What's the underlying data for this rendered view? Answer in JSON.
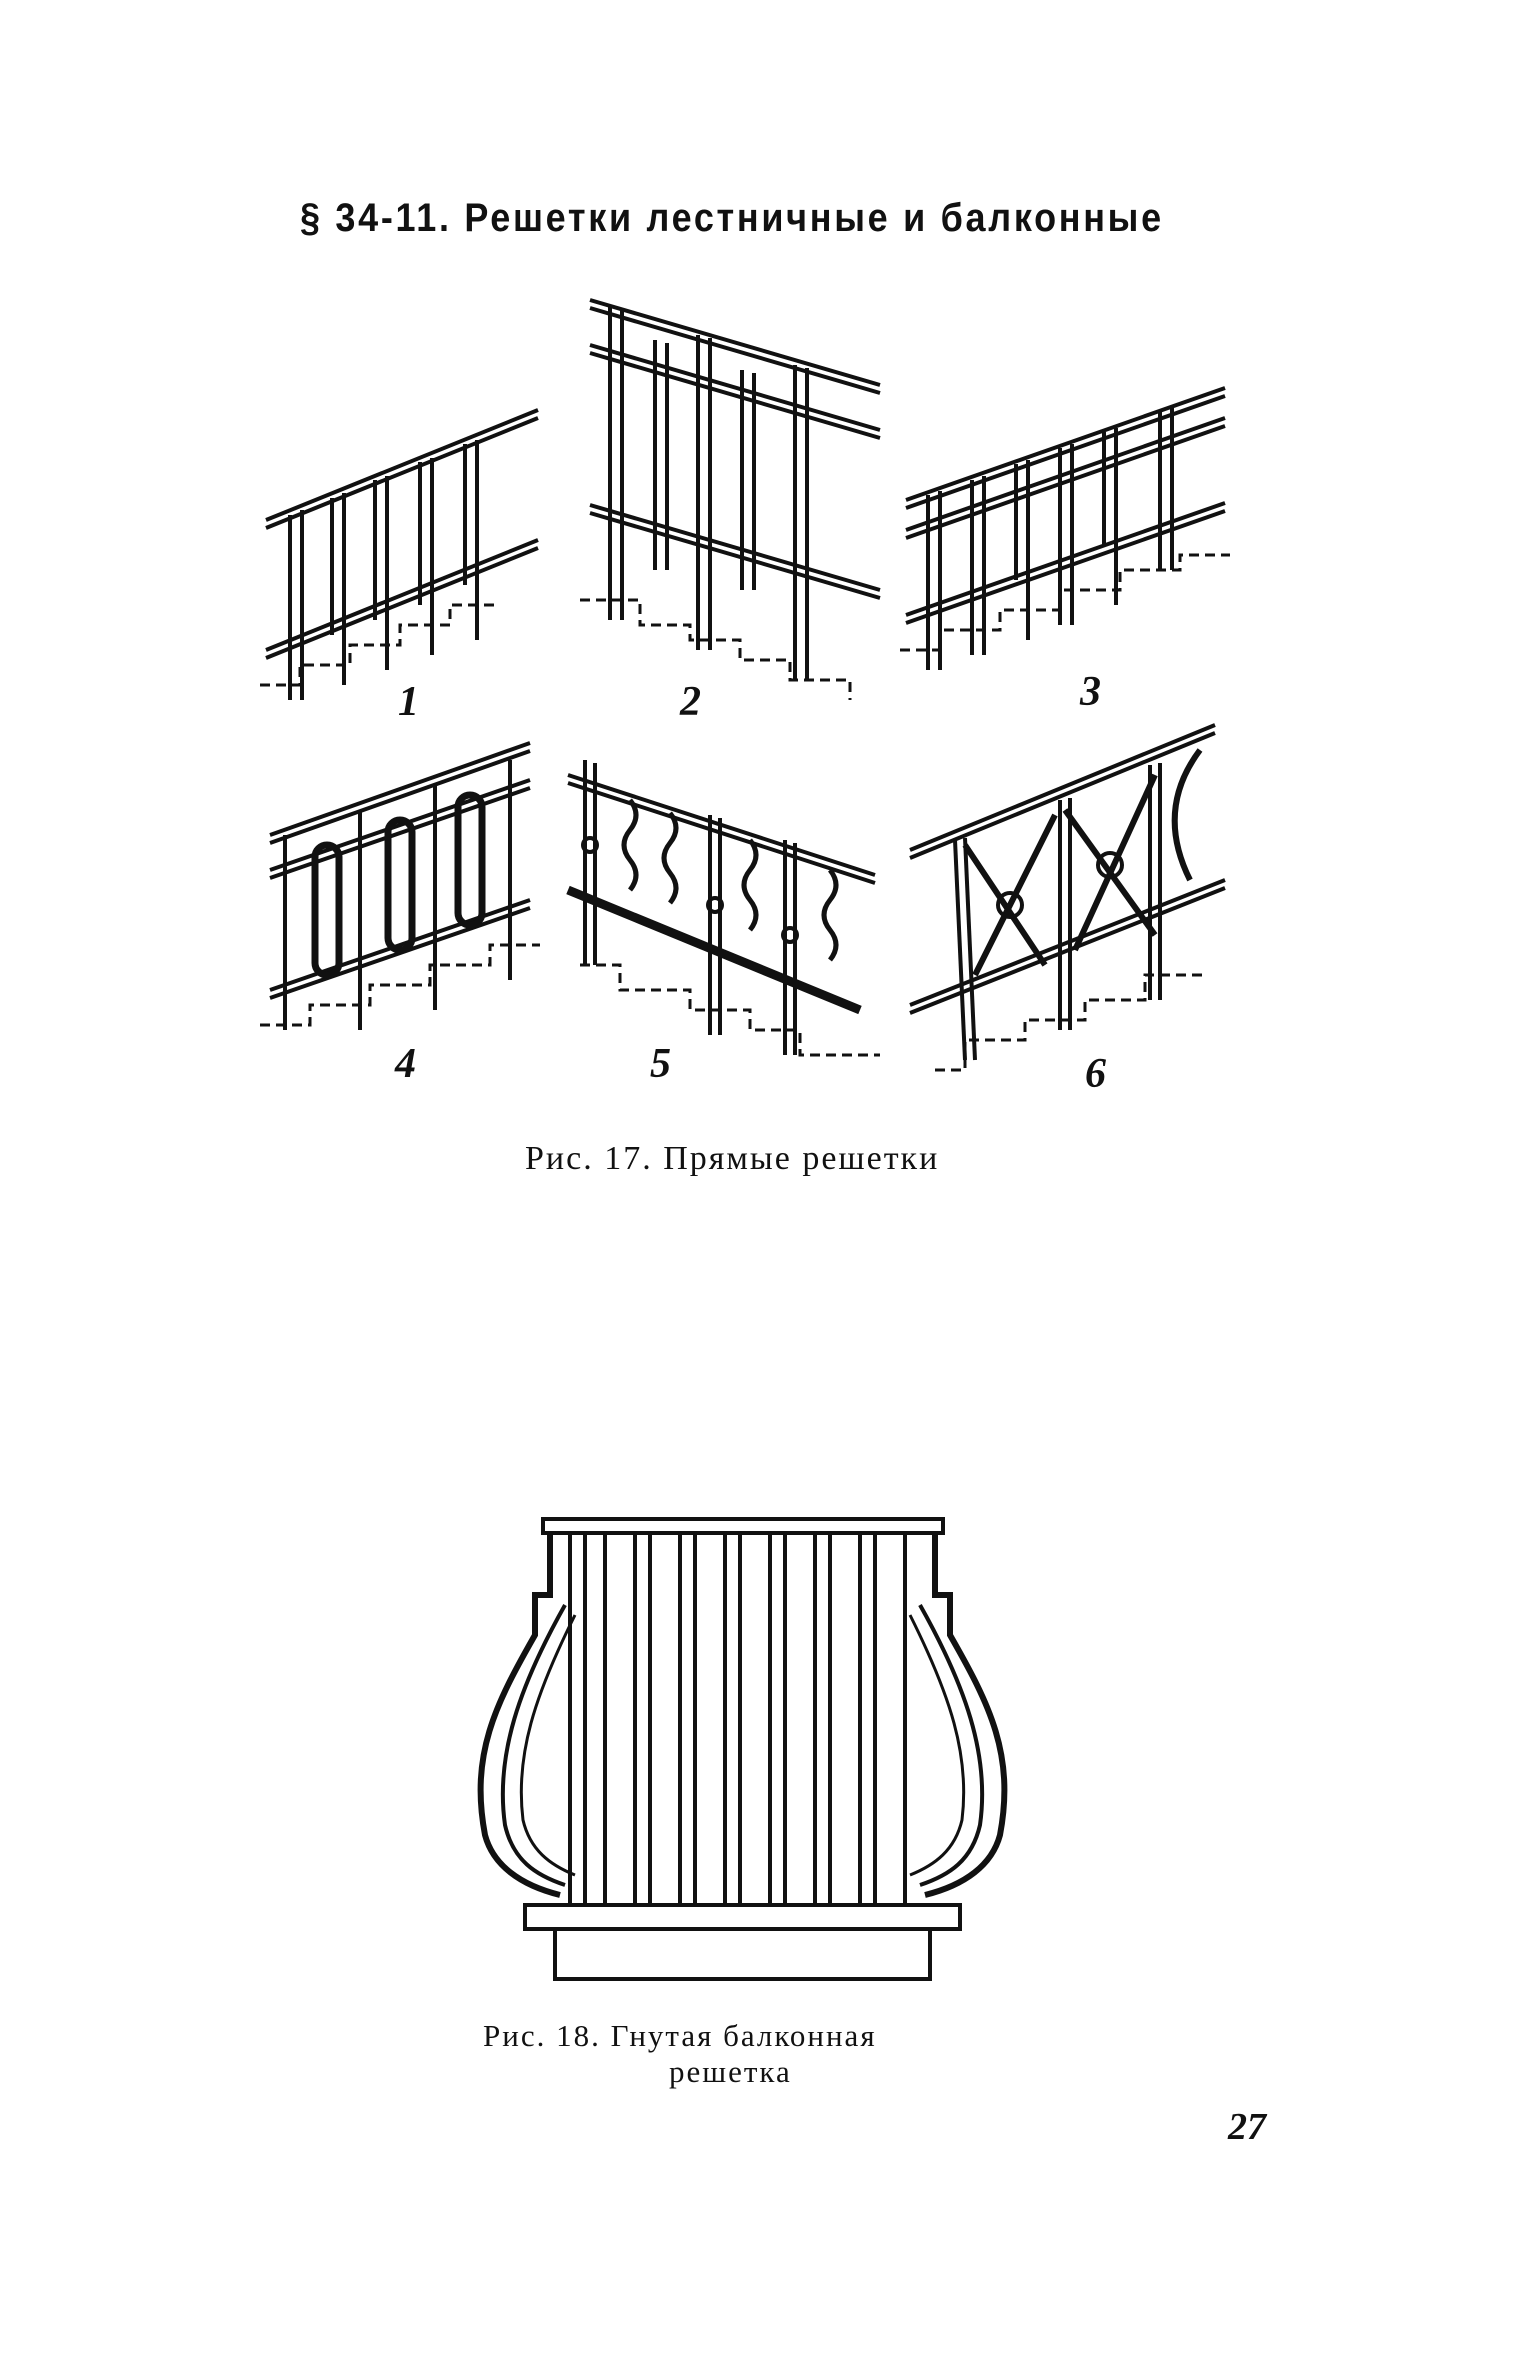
{
  "page": {
    "heading": "§ 34-11. Решетки лестничные и балконные",
    "figure17": {
      "caption": "Рис. 17. Прямые решетки",
      "panels": [
        {
          "number": "1",
          "icon": "straight-bar-railing-drawing"
        },
        {
          "number": "2",
          "icon": "tall-bar-railing-drawing"
        },
        {
          "number": "3",
          "icon": "double-rail-railing-drawing"
        },
        {
          "number": "4",
          "icon": "loop-railing-drawing"
        },
        {
          "number": "5",
          "icon": "wavy-bar-railing-drawing"
        },
        {
          "number": "6",
          "icon": "cross-bar-railing-drawing"
        }
      ]
    },
    "figure18": {
      "caption_line1": "Рис. 18. Гнутая балконная",
      "caption_line2": "решетка",
      "icon": "curved-balcony-railing-drawing"
    },
    "page_number": "27"
  }
}
